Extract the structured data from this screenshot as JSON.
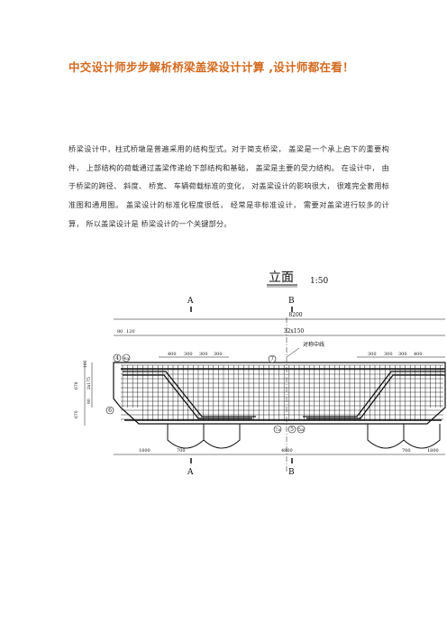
{
  "article": {
    "title": "中交设计师步步解析桥梁盖梁设计计算 ,设计师都在看！",
    "body": "桥梁设计中，柱式桥墩是普遍采用的结构型式。对于简支桥梁， 盖梁是一个承上启下的重要构件，  上部结构的荷载通过盖梁传递给下部结构和基础，  盖梁是主要的受力结构。  在设计中，  由于桥梁的跨径、  斜度、  桥宽、  车辆荷载标准的变化，  对盖梁设计的影响很大，  很难完全套用标准图和通用图。  盖梁设计的标准化程度很低，  经常是非标准设计，  需要对盖梁进行较多的计算，  所以盖梁设计是  桥梁设计的一个关键部分。"
  },
  "drawing": {
    "title": "立面",
    "scale": "1:50",
    "section_a": "A",
    "section_b": "B",
    "dim_total": "8200",
    "dim_spacing": "32x150",
    "dim_left_small": "80",
    "dim_left_small2": "120",
    "dim_top_left": [
      "400",
      "300",
      "300",
      "300"
    ],
    "dim_top_right": [
      "300",
      "300",
      "300",
      "400"
    ],
    "dim_bottom": [
      "1800",
      "700",
      "4800",
      "700",
      "1800"
    ],
    "dim_vertical": [
      "100",
      "2x175",
      "90",
      "678",
      "670"
    ],
    "centerline_label": "对称中线",
    "bar_labels": [
      "4",
      "4a",
      "7",
      "7a",
      "5",
      "5a",
      "6"
    ]
  }
}
